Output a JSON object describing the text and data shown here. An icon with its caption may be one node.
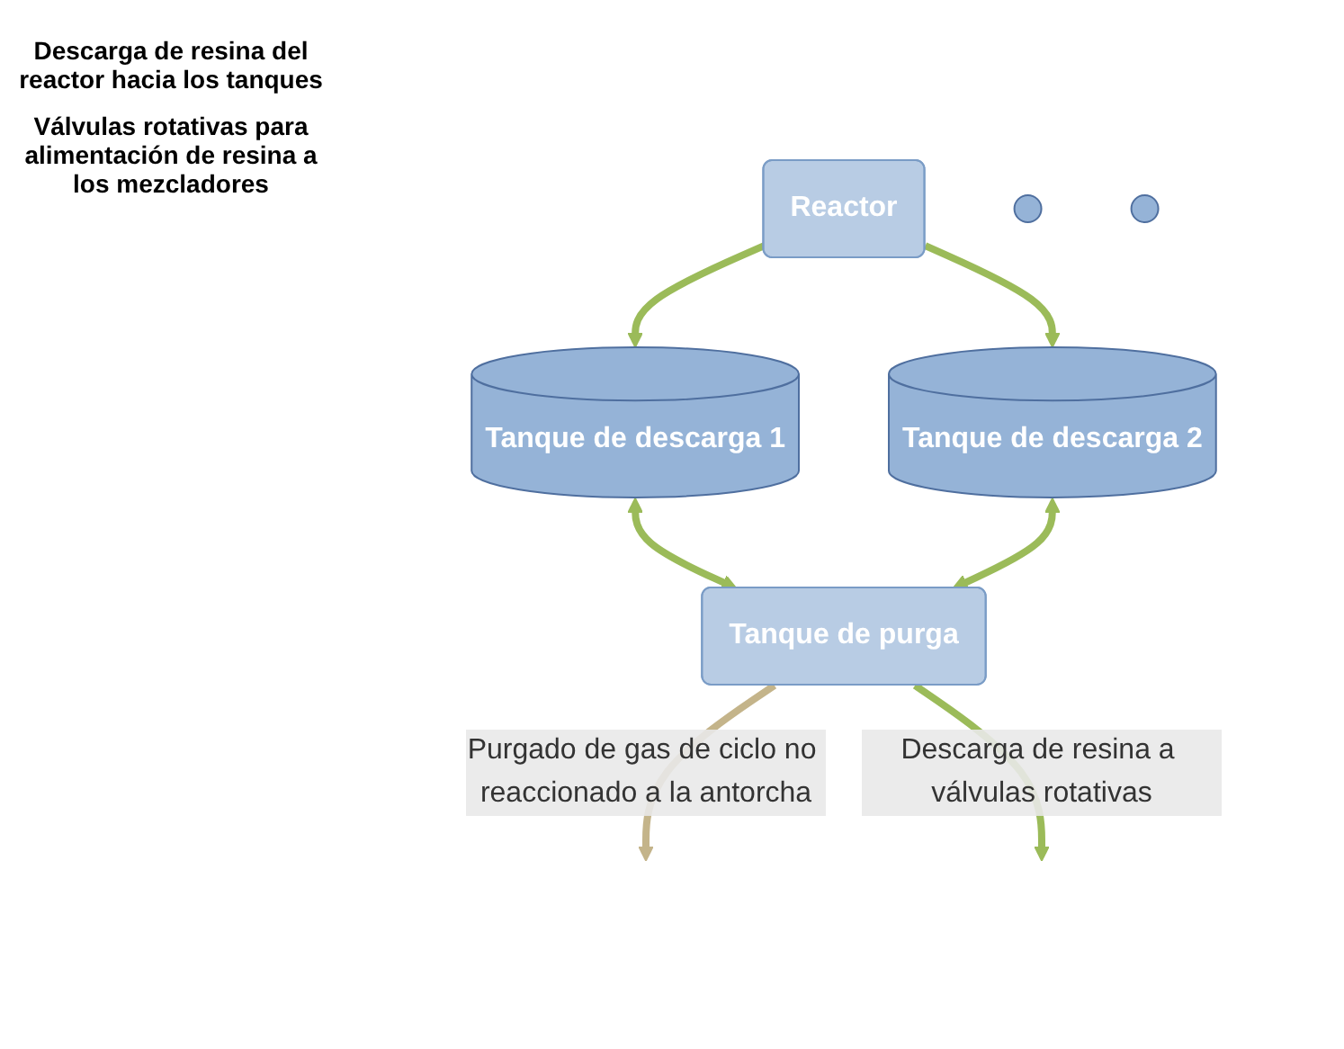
{
  "diagram": {
    "nodes": [
      {
        "text": [
          "Reactor"
        ]
      },
      {
        "text": [
          "Tanque de descarga 1"
        ]
      },
      {
        "text": [
          "Tanque de descarga 2"
        ]
      },
      {
        "text": [
          "Tanque de purga"
        ]
      },
      {
        "text": [],
        "shape": "circle"
      },
      {
        "text": [],
        "shape": "circle"
      }
    ],
    "edges": [
      {
        "from": 0,
        "to": 1,
        "arrow": "to"
      },
      {
        "from": 0,
        "to": 2,
        "arrow": "to"
      },
      {
        "from": 1,
        "to": 3,
        "arrow": "both"
      },
      {
        "from": 2,
        "to": 3,
        "arrow": "both"
      },
      {
        "from": 3,
        "to": null,
        "arrow": "to",
        "color": "#c4b48a",
        "label": "Purgado de gas de ciclo no reaccionado a la antorcha"
      },
      {
        "from": 3,
        "to": null,
        "arrow": "to",
        "label": "Descarga de resina a válvulas rotativas"
      }
    ],
    "labels": [
      "Descarga de resina del reactor hacia los tanques",
      "Válvulas rotativas para alimentación de resina a los mezcladores"
    ]
  }
}
